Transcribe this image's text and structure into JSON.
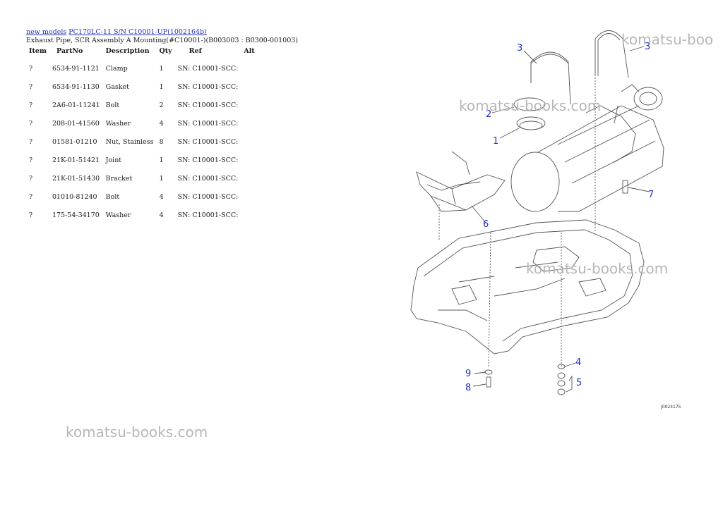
{
  "breadcrumb": {
    "links": [
      "new models",
      "PC170LC-11 S/N C10001-UP(1002164b)"
    ]
  },
  "page_subtitle": "Exhaust Pipe, SCR Assembly A Mounting(#C10001-)(B003003 : B0300-001003)",
  "table": {
    "headers": [
      "Item",
      "PartNo",
      "Description",
      "Qty",
      "Ref",
      "Alt"
    ],
    "rows": [
      {
        "item": "?",
        "part_no": "6534-91-1121",
        "description": "Clamp",
        "qty": "1",
        "ref": "SN: C10001-SCC:",
        "alt": ""
      },
      {
        "item": "?",
        "part_no": "6534-91-1130",
        "description": "Gasket",
        "qty": "1",
        "ref": "SN: C10001-SCC:",
        "alt": ""
      },
      {
        "item": "?",
        "part_no": "2A6-01-11241",
        "description": "Bolt",
        "qty": "2",
        "ref": "SN: C10001-SCC:",
        "alt": ""
      },
      {
        "item": "?",
        "part_no": "208-01-41560",
        "description": "Washer",
        "qty": "4",
        "ref": "SN: C10001-SCC:",
        "alt": ""
      },
      {
        "item": "?",
        "part_no": "01581-01210",
        "description": "Nut, Stainless",
        "qty": "8",
        "ref": "SN: C10001-SCC:",
        "alt": ""
      },
      {
        "item": "?",
        "part_no": "21K-01-51421",
        "description": "Joint",
        "qty": "1",
        "ref": "SN: C10001-SCC:",
        "alt": ""
      },
      {
        "item": "?",
        "part_no": "21K-01-51430",
        "description": "Bracket",
        "qty": "1",
        "ref": "SN: C10001-SCC:",
        "alt": ""
      },
      {
        "item": "?",
        "part_no": "01010-81240",
        "description": "Bolt",
        "qty": "4",
        "ref": "SN: C10001-SCC:",
        "alt": ""
      },
      {
        "item": "?",
        "part_no": "175-54-34170",
        "description": "Washer",
        "qty": "4",
        "ref": "SN: C10001-SCC:",
        "alt": ""
      }
    ]
  },
  "diagram": {
    "callouts": [
      "1",
      "2",
      "3",
      "3",
      "4",
      "5",
      "6",
      "7",
      "8",
      "9"
    ],
    "figure_code": "J0024175",
    "line_color": "#555555",
    "callout_color": "#1f2fbf"
  },
  "watermarks": [
    "komatsu-boo",
    "komatsu-books.com",
    "komatsu-books.com",
    "komatsu-books.com"
  ]
}
